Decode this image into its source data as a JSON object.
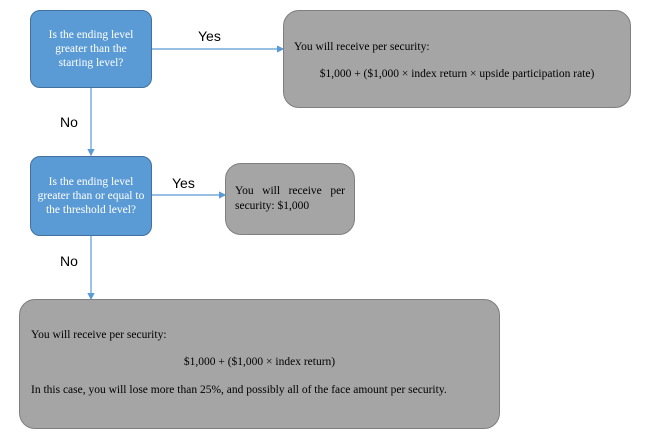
{
  "decisions": [
    {
      "text": "Is the ending level greater than the starting level?"
    },
    {
      "text": "Is the ending level greater than or equal to the threshold level?"
    }
  ],
  "outcomes": [
    {
      "intro": "You will receive per security:",
      "formula": "$1,000 + ($1,000 × index return × upside participation rate)"
    },
    {
      "text": "You will receive per security: $1,000"
    },
    {
      "intro": "You will receive per security:",
      "formula": "$1,000 + ($1,000 × index return)",
      "note": "In this case, you will lose more than 25%, and possibly all of the face amount per security."
    }
  ],
  "edge_labels": {
    "yes_1": "Yes",
    "no_1": "No",
    "yes_2": "Yes",
    "no_2": "No"
  },
  "colors": {
    "decision_fill": "#5b9bd5",
    "outcome_fill": "#a5a5a5",
    "connector": "#5b9bd5"
  }
}
